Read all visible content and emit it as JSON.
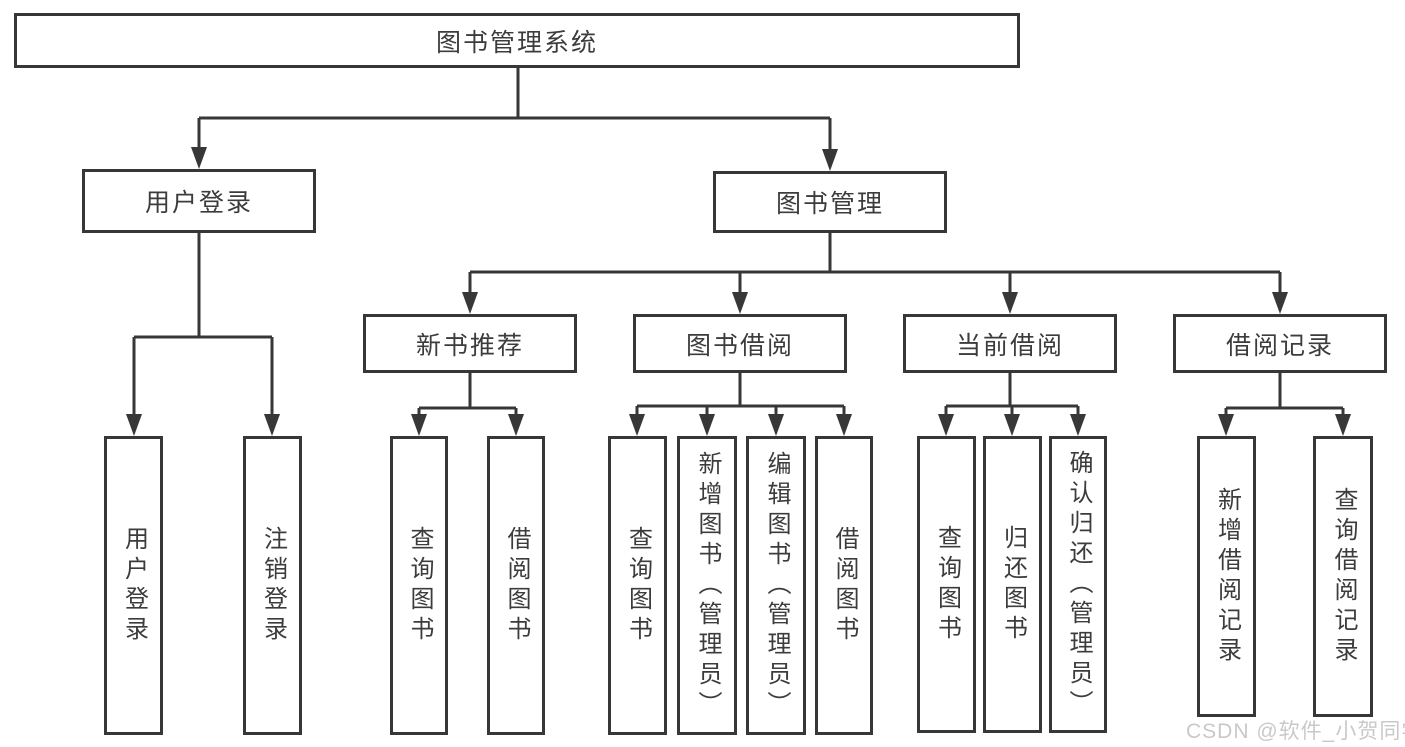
{
  "diagram": {
    "type": "functional-structure-tree",
    "hierarchy": {
      "label": "图书管理系统",
      "children": [
        {
          "label": "用户登录",
          "children": [
            {
              "label": "用户登录"
            },
            {
              "label": "注销登录"
            }
          ]
        },
        {
          "label": "图书管理",
          "children": [
            {
              "label": "新书推荐",
              "children": [
                {
                  "label": "查询图书"
                },
                {
                  "label": "借阅图书"
                }
              ]
            },
            {
              "label": "图书借阅",
              "children": [
                {
                  "label": "查询图书"
                },
                {
                  "label": "新增图书（管理员）"
                },
                {
                  "label": "编辑图书（管理员）"
                },
                {
                  "label": "借阅图书"
                }
              ]
            },
            {
              "label": "当前借阅",
              "children": [
                {
                  "label": "查询图书"
                },
                {
                  "label": "归还图书"
                },
                {
                  "label": "确认归还（管理员）"
                }
              ]
            },
            {
              "label": "借阅记录",
              "children": [
                {
                  "label": "新增借阅记录"
                },
                {
                  "label": "查询借阅记录"
                }
              ]
            }
          ]
        }
      ]
    },
    "watermark": "CSDN @软件_小贺同学",
    "colors": {
      "line": "#373737",
      "text": "#3c3c3c",
      "box_background": "#ffffff",
      "watermark": "#c9c9c9"
    }
  }
}
